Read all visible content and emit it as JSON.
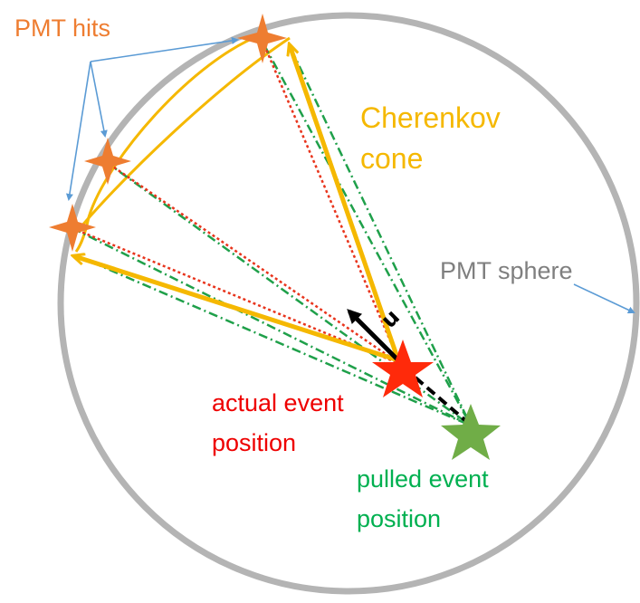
{
  "labels": {
    "pmt_hits": "PMT hits",
    "cherenkov_line1": "Cherenkov",
    "cherenkov_line2": "cone",
    "pmt_sphere": "PMT sphere",
    "actual_line1": "actual event",
    "actual_line2": "position",
    "pulled_line1": "pulled event",
    "pulled_line2": "position",
    "direction_symbol": "u"
  },
  "colors": {
    "sphere": "#b4b4b4",
    "cone": "#f5b800",
    "pmt_hit": "#ee7d31",
    "pmt_label": "#ee7d31",
    "leader_arrows": "#5b9bd5",
    "actual_event": "#ff2a0a",
    "actual_label": "#ee0000",
    "pulled_event": "#70ad47",
    "pulled_label": "#00b050",
    "actual_rays": "#e8341c",
    "pulled_rays": "#1fa04a",
    "pmt_sphere_label": "#7f7f7f",
    "direction": "#000000"
  },
  "icons": {
    "pmt_hit_marker": "four-point-star-icon",
    "actual_event_marker": "five-point-star-icon",
    "pulled_event_marker": "five-point-star-icon"
  }
}
